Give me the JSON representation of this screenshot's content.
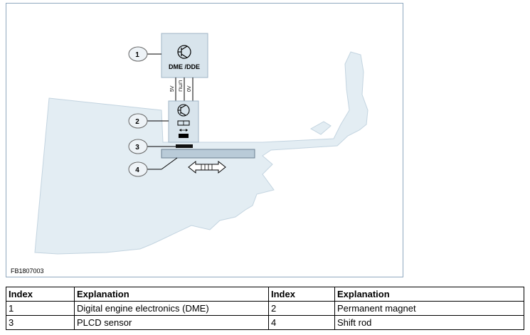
{
  "figure": {
    "id_label": "FB1807003",
    "unit_label": "DME /DDE",
    "wire_labels": [
      "5V",
      "⊓⊔⊓",
      "0V"
    ],
    "callouts": [
      "1",
      "2",
      "3",
      "4"
    ]
  },
  "legend": {
    "headers": [
      "Index",
      "Explanation",
      "Index",
      "Explanation"
    ],
    "rows": [
      [
        "1",
        "Digital engine electronics (DME)",
        "2",
        "Permanent magnet"
      ],
      [
        "3",
        "PLCD sensor",
        "4",
        "Shift rod"
      ]
    ]
  },
  "colors": {
    "housing": "#e3edf3",
    "housing_stroke": "#c3d4e0",
    "box": "#d8e4ec",
    "box_stroke": "#9fb4c6",
    "shift_rod": "#b9cbd8",
    "frame": "#8fa8bf"
  },
  "icons": [
    "transistor-icon",
    "double-arrow-icon",
    "callout-bubble-icon"
  ]
}
